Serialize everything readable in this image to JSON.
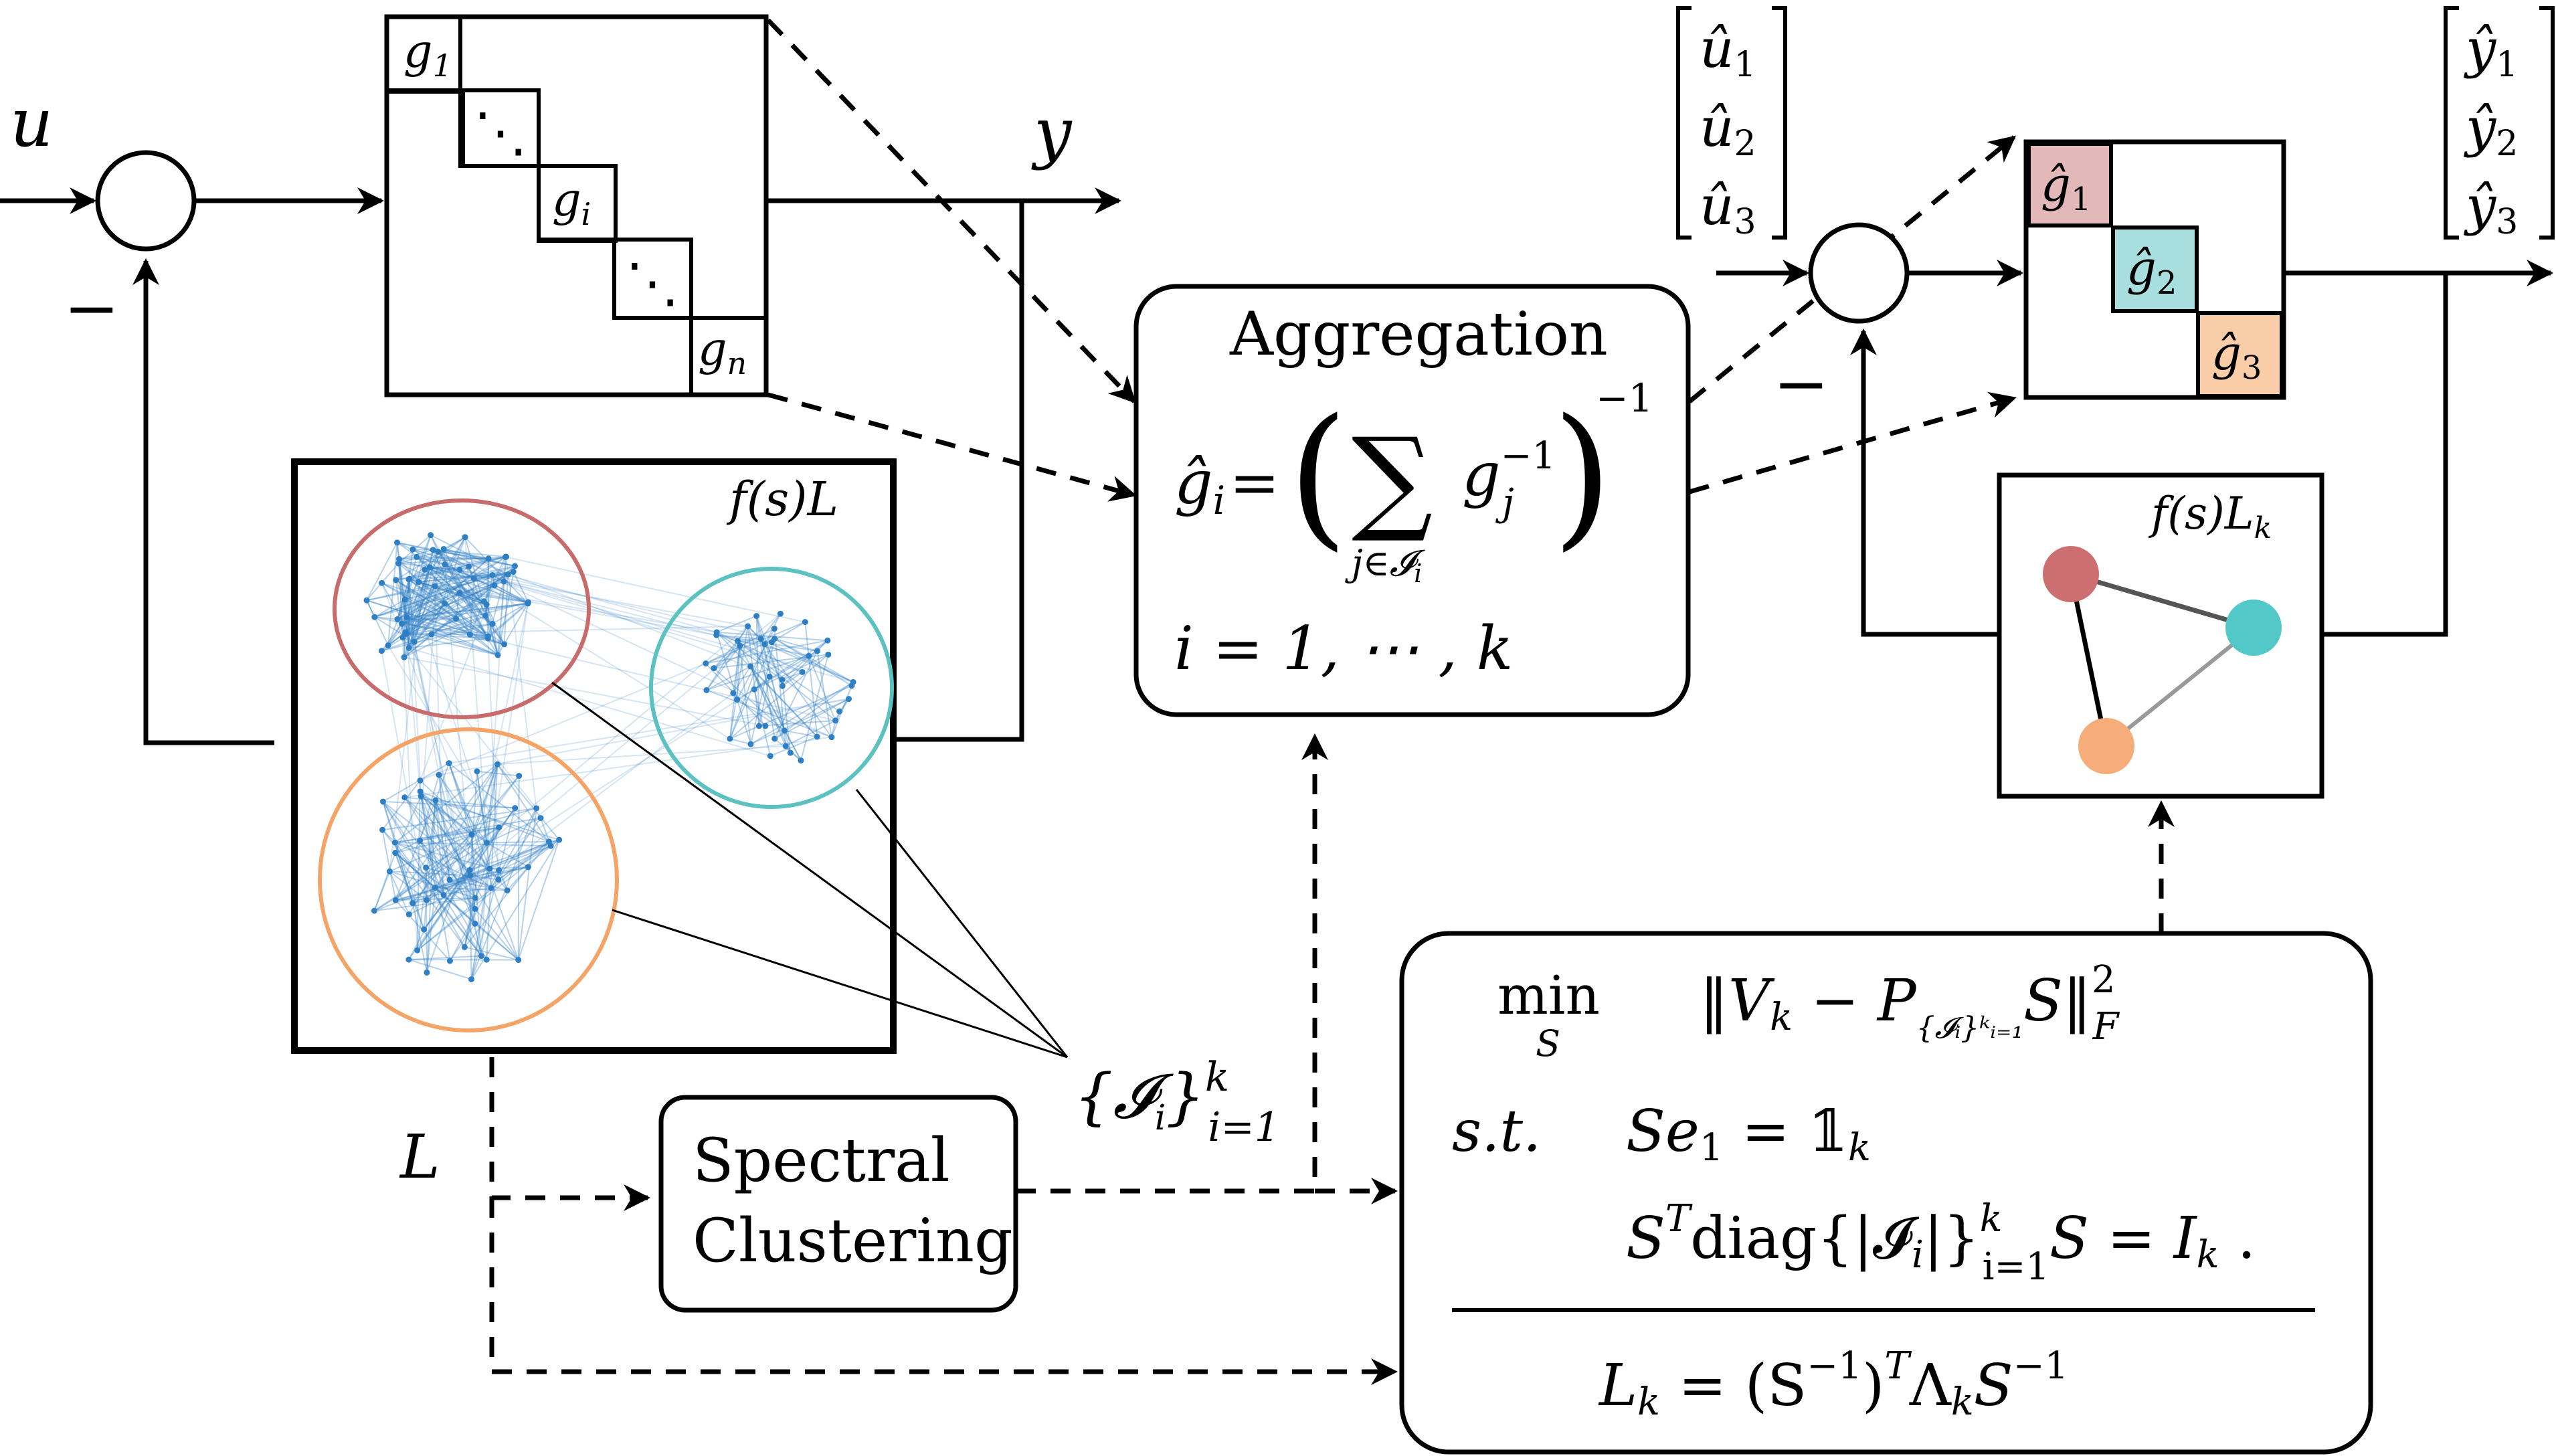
{
  "signals": {
    "u": "u",
    "y": "y",
    "minus": "−",
    "L": "L",
    "u_hat": [
      "û",
      "û",
      "û"
    ],
    "y_hat": [
      "ŷ",
      "ŷ",
      "ŷ"
    ],
    "idx": [
      "1",
      "2",
      "3"
    ]
  },
  "system_matrix": {
    "g": "g",
    "sub_1": "1",
    "sub_i": "i",
    "sub_n": "n",
    "dots": "⋱"
  },
  "laplacian_block": {
    "label_f_s": "f(s)",
    "label_L": "L"
  },
  "clusters_label": {
    "set": "{𝓘",
    "close": "}",
    "sup": "k",
    "sub": "i=1"
  },
  "aggregation": {
    "title": "Aggregation",
    "lhs": "ĝ",
    "lhs_sub": "i",
    "eq": "=",
    "sum_symbol": "∑",
    "sum_index": "j∈𝓘",
    "sum_index_sub": "i",
    "term": "g",
    "term_sup": "−1",
    "term_sub": "j",
    "outer_sup": "−1",
    "lparen": "(",
    "rparen": ")",
    "range": "i = 1, ⋯ , k"
  },
  "spectral_clustering": {
    "line1": "Spectral",
    "line2": "Clustering"
  },
  "reduced_matrix": {
    "g_hat": "ĝ",
    "subs": [
      "1",
      "2",
      "3"
    ],
    "colors": [
      "#e3b8b8",
      "#a8dede",
      "#f8cda8"
    ]
  },
  "reduced_laplacian": {
    "label_f_s": "f(s)",
    "label_L": "L",
    "label_sub": "k",
    "node_colors": [
      "#cd6f70",
      "#52c8c8",
      "#f7ad7a"
    ],
    "edge_colors": [
      "#555555",
      "#000000",
      "#999999"
    ]
  },
  "optimization": {
    "min": "min",
    "min_var": "S",
    "objective": "‖V",
    "objective_sub": "k",
    "objective_mid": " − P",
    "objective_P_sub": "{𝓘ᵢ}ᵏᵢ₌₁",
    "objective_tail": "S‖",
    "objective_sup": "2",
    "objective_sub2": "F",
    "st": "s.t.",
    "c1_lhs": "Se",
    "c1_lhs_sub": "1",
    "c1_rhs": " = 𝟙",
    "c1_rhs_sub": "k",
    "c2_S": "S",
    "c2_T": "T",
    "c2_diag": "diag{|𝓘",
    "c2_diag_sub": "i",
    "c2_diag_close": "|}",
    "c2_diag_sup": "k",
    "c2_diag_sub2": "i=1",
    "c2_rhs": "S = I",
    "c2_rhs_sub": "k",
    "c2_end": " .",
    "result_lhs": "L",
    "result_lhs_sub": "k",
    "result_rhs": " = (S",
    "result_inv": "−1",
    "result_T": ")",
    "result_T_sup": "T",
    "result_lambda": "Λ",
    "result_lambda_sub": "k",
    "result_S": "S",
    "result_S_sup": "−1"
  },
  "cluster_colors": [
    "#c76b6b",
    "#5cc1c1",
    "#f5a468"
  ],
  "graph_color": "#2f7fc4"
}
